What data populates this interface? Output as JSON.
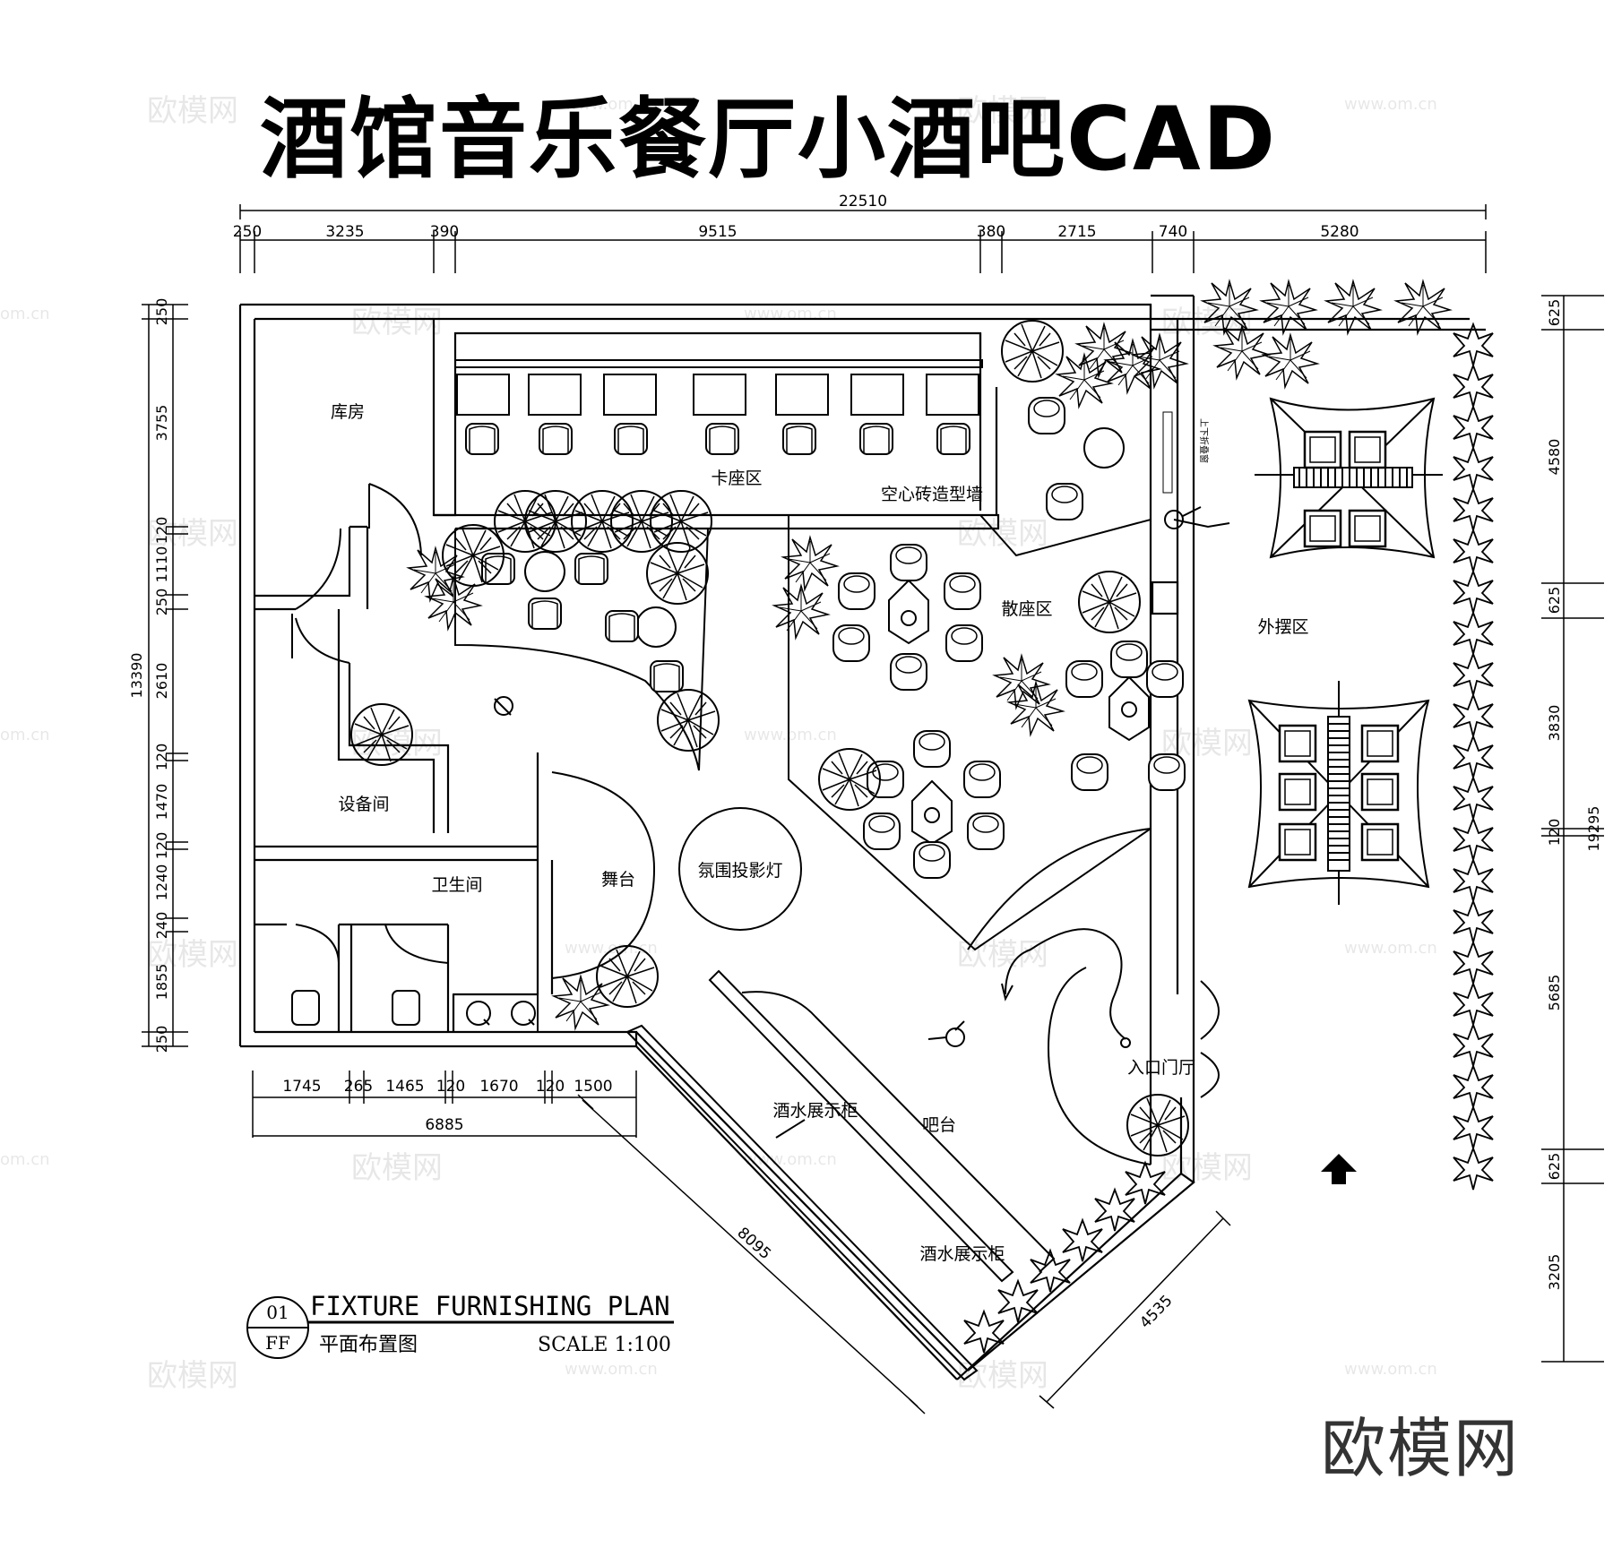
{
  "title": "酒馆音乐餐厅小酒吧CAD",
  "rooms": {
    "storage": "库房",
    "booth": "卡座区",
    "hollow_wall": "空心砖造型墙",
    "scatter": "散座区",
    "outdoor": "外摆区",
    "equipment": "设备间",
    "restroom": "卫生间",
    "stage": "舞台",
    "projector": "氛围投影灯",
    "entrance": "入口门厅",
    "wine1": "酒水展示柜",
    "bar": "吧台",
    "wine2": "酒水展示柜",
    "folding_door": "上下折叠窗"
  },
  "dims": {
    "top_total": "22510",
    "top": [
      "250",
      "3235",
      "390",
      "9515",
      "380",
      "2715",
      "740",
      "5280"
    ],
    "left_total": "13390",
    "left": [
      "250",
      "3755",
      "120",
      "1110",
      "250",
      "2610",
      "120",
      "1470",
      "120",
      "1240",
      "240",
      "1855",
      "250"
    ],
    "right_total": "19295",
    "right": [
      "625",
      "4580",
      "625",
      "3830",
      "120",
      "5685",
      "625",
      "3205"
    ],
    "bottom": [
      "1745",
      "265",
      "1465",
      "120",
      "1670",
      "120",
      "1500"
    ],
    "bottom_total": "6885",
    "diag1": "8095",
    "diag2": "4535"
  },
  "legend": {
    "num": "01",
    "code": "FF",
    "en": "FIXTURE FURNISHING PLAN",
    "cn": "平面布置图",
    "scale": "SCALE 1:100"
  },
  "watermark": {
    "brand": "欧模网",
    "url": "www.om.cn",
    "suffix": "om.cn"
  },
  "logo": "欧模网"
}
